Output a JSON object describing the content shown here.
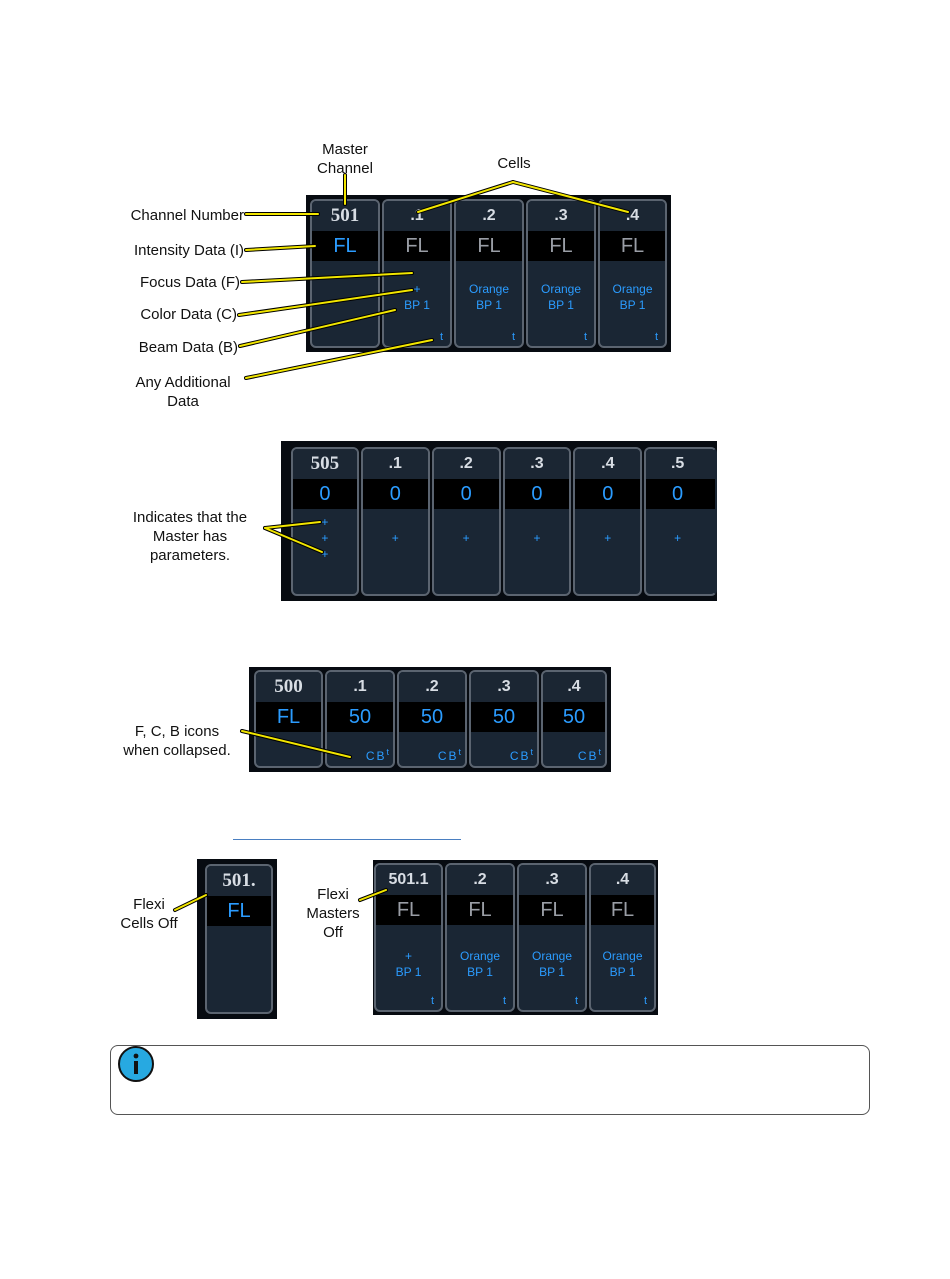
{
  "labels": {
    "master_channel": "Master\nChannel",
    "cells": "Cells",
    "channel_number": "Channel Number",
    "intensity": "Intensity Data (I)",
    "focus": "Focus Data (F)",
    "color": "Color Data (C)",
    "beam": "Beam Data (B)",
    "additional": "Any Additional\nData",
    "master_params": "Indicates that the\nMaster has\nparameters.",
    "fcb_icons": "F, C, B icons\nwhen collapsed.",
    "flexi_cells_off": "Flexi\nCells Off",
    "flexi_masters_off": "Flexi\nMasters\nOff"
  },
  "fig1": {
    "master": {
      "channel": "501",
      "intensity": "FL"
    },
    "cells": [
      {
        "channel": ".1",
        "intensity": "FL",
        "line1": "+",
        "line2": "BP 1",
        "extra": "t"
      },
      {
        "channel": ".2",
        "intensity": "FL",
        "line1": "Orange",
        "line2": "BP 1",
        "extra": "t"
      },
      {
        "channel": ".3",
        "intensity": "FL",
        "line1": "Orange",
        "line2": "BP 1",
        "extra": "t"
      },
      {
        "channel": ".4",
        "intensity": "FL",
        "line1": "Orange",
        "line2": "BP 1",
        "extra": "t"
      }
    ]
  },
  "fig2": {
    "master": {
      "channel": "505",
      "intensity": "0",
      "marks": [
        "+",
        "+",
        "+"
      ]
    },
    "cells": [
      {
        "channel": ".1",
        "intensity": "0",
        "mark": "+"
      },
      {
        "channel": ".2",
        "intensity": "0",
        "mark": "+"
      },
      {
        "channel": ".3",
        "intensity": "0",
        "mark": "+"
      },
      {
        "channel": ".4",
        "intensity": "0",
        "mark": "+"
      },
      {
        "channel": ".5",
        "intensity": "0",
        "mark": "+"
      }
    ]
  },
  "fig3": {
    "master": {
      "channel": "500",
      "intensity": "FL"
    },
    "cells": [
      {
        "channel": ".1",
        "intensity": "50",
        "icons": "CB",
        "t": "t"
      },
      {
        "channel": ".2",
        "intensity": "50",
        "icons": "CB",
        "t": "t"
      },
      {
        "channel": ".3",
        "intensity": "50",
        "icons": "CB",
        "t": "t"
      },
      {
        "channel": ".4",
        "intensity": "50",
        "icons": "CB",
        "t": "t"
      }
    ]
  },
  "fig4a": {
    "channel": "501.",
    "intensity": "FL"
  },
  "fig4b": {
    "cells": [
      {
        "channel": "501.1",
        "intensity": "FL",
        "line1": "+",
        "line2": "BP 1",
        "extra": "t"
      },
      {
        "channel": ".2",
        "intensity": "FL",
        "line1": "Orange",
        "line2": "BP 1",
        "extra": "t"
      },
      {
        "channel": ".3",
        "intensity": "FL",
        "line1": "Orange",
        "line2": "BP 1",
        "extra": "t"
      },
      {
        "channel": ".4",
        "intensity": "FL",
        "line1": "Orange",
        "line2": "BP 1",
        "extra": "t"
      }
    ]
  },
  "colors": {
    "accent": "#2b9cff",
    "annotation_line": "#f2e600",
    "info_icon": "#27a9e1"
  }
}
